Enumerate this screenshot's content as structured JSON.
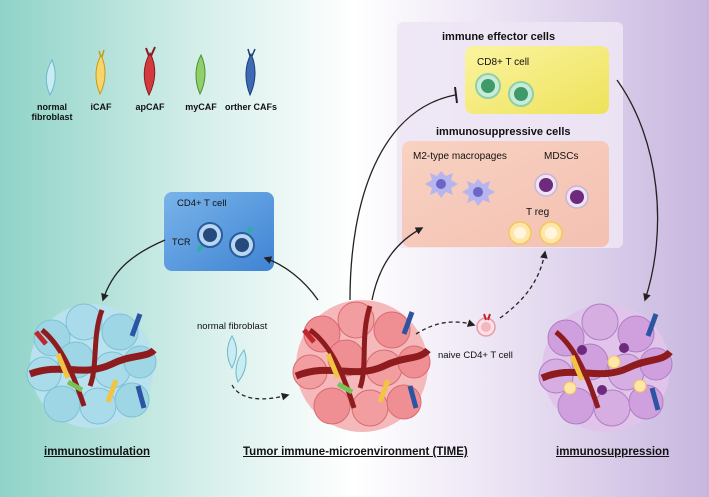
{
  "legend": {
    "items": [
      {
        "label": "normal fibroblast",
        "color": "#a6dde8"
      },
      {
        "label": "iCAF",
        "color": "#f2c443"
      },
      {
        "label": "apCAF",
        "color": "#c0262d"
      },
      {
        "label": "myCAF",
        "color": "#79c255"
      },
      {
        "label": "orther CAFs",
        "color": "#2b55a3"
      }
    ]
  },
  "effector_panel": {
    "title": "immune effector cells",
    "cd8_label": "CD8+ T cell"
  },
  "suppressive_panel": {
    "title": "immunosuppressive cells",
    "m2_label": "M2-type macropages",
    "mdsc_label": "MDSCs",
    "treg_label": "T reg"
  },
  "cd4_panel": {
    "title": "CD4+ T cell",
    "tcr_label": "TCR"
  },
  "labels": {
    "normal_fibroblast": "normal fibroblast",
    "naive_cd4": "naive CD4+ T cell",
    "immunostimulation": "immunostimulation",
    "time": "Tumor immune-microenvironment (TIME)",
    "immunosuppression": "immunosuppression"
  },
  "colors": {
    "teal_bg": "#8fd3c8",
    "purple_bg": "#c7b6df",
    "cd4_panel": "#4a90d9",
    "effector_panel": "#f4ee7a",
    "suppressive_panel": "#f6c7b4",
    "tumor_blue": "#9fd6e6",
    "tumor_red": "#ef8f93",
    "tumor_purple": "#cfa0dd"
  }
}
